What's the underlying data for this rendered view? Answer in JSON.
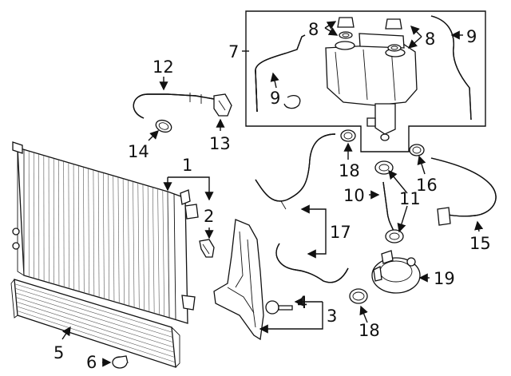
{
  "diagram": {
    "callouts": [
      {
        "id": "c1",
        "text": "1"
      },
      {
        "id": "c2",
        "text": "2"
      },
      {
        "id": "c3",
        "text": "3"
      },
      {
        "id": "c4",
        "text": "4"
      },
      {
        "id": "c5",
        "text": "5"
      },
      {
        "id": "c6",
        "text": "6"
      },
      {
        "id": "c7",
        "text": "7"
      },
      {
        "id": "c8a",
        "text": "8"
      },
      {
        "id": "c8b",
        "text": "8"
      },
      {
        "id": "c9a",
        "text": "9"
      },
      {
        "id": "c9b",
        "text": "9"
      },
      {
        "id": "c10",
        "text": "10"
      },
      {
        "id": "c11",
        "text": "11"
      },
      {
        "id": "c12",
        "text": "12"
      },
      {
        "id": "c13",
        "text": "13"
      },
      {
        "id": "c14",
        "text": "14"
      },
      {
        "id": "c15",
        "text": "15"
      },
      {
        "id": "c16",
        "text": "16"
      },
      {
        "id": "c17",
        "text": "17"
      },
      {
        "id": "c18a",
        "text": "18"
      },
      {
        "id": "c18b",
        "text": "18"
      },
      {
        "id": "c19",
        "text": "19"
      }
    ]
  }
}
